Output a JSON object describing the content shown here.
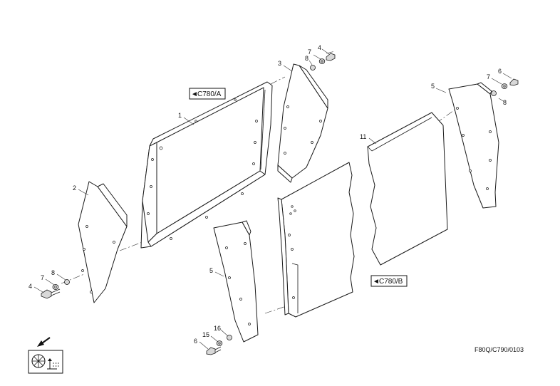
{
  "labels": {
    "l1": "1",
    "l2": "2",
    "l3": "3",
    "l4a": "4",
    "l4b": "4",
    "l5a": "5",
    "l5b": "5",
    "l6a": "6",
    "l6b": "6",
    "l7a": "7",
    "l7b": "7",
    "l7c": "7",
    "l8a": "8",
    "l8b": "8",
    "l8c": "8",
    "l11": "11",
    "l15": "15",
    "l16": "16"
  },
  "refs": {
    "a": "C780/A",
    "b": "C780/B",
    "arrow": "◄"
  },
  "drawing_code": "F80Q/C790/0103",
  "icons": {
    "direction": "front-direction-arrow-icon",
    "machine": "machine-section-icon"
  }
}
